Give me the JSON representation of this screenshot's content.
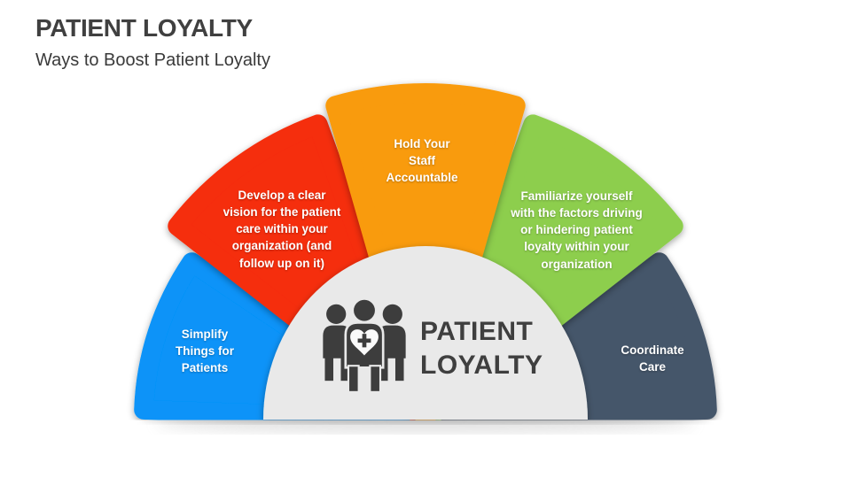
{
  "slide": {
    "title": "PATIENT LOYALTY",
    "subtitle": "Ways to Boost Patient Loyalty",
    "title_color": "#404040",
    "background_color": "#FFFFFF"
  },
  "diagram": {
    "type": "semicircle-fan",
    "center": {
      "label": "PATIENT\nLOYALTY",
      "icon": "people-group-heart-icon",
      "bg_color": "#E9E9E9",
      "text_color": "#3F3F3F",
      "icon_color": "#3D3D3D"
    },
    "segments": [
      {
        "id": "simplify",
        "label": "Simplify\nThings for\nPatients",
        "color": "#0793F8"
      },
      {
        "id": "vision",
        "label": "Develop a clear\nvision for the patient\ncare within your\norganization (and\nfollow up on it)",
        "color": "#F52D08"
      },
      {
        "id": "staff",
        "label": "Hold Your\nStaff\nAccountable",
        "color": "#F99B0C"
      },
      {
        "id": "familiarize",
        "label": "Familiarize yourself\nwith the factors driving\nor hindering patient\nloyalty within your\norganization",
        "color": "#8DCE4E"
      },
      {
        "id": "coordinate",
        "label": "Coordinate\nCare",
        "color": "#45566B"
      }
    ],
    "label_text_color": "#FFFFFF"
  }
}
